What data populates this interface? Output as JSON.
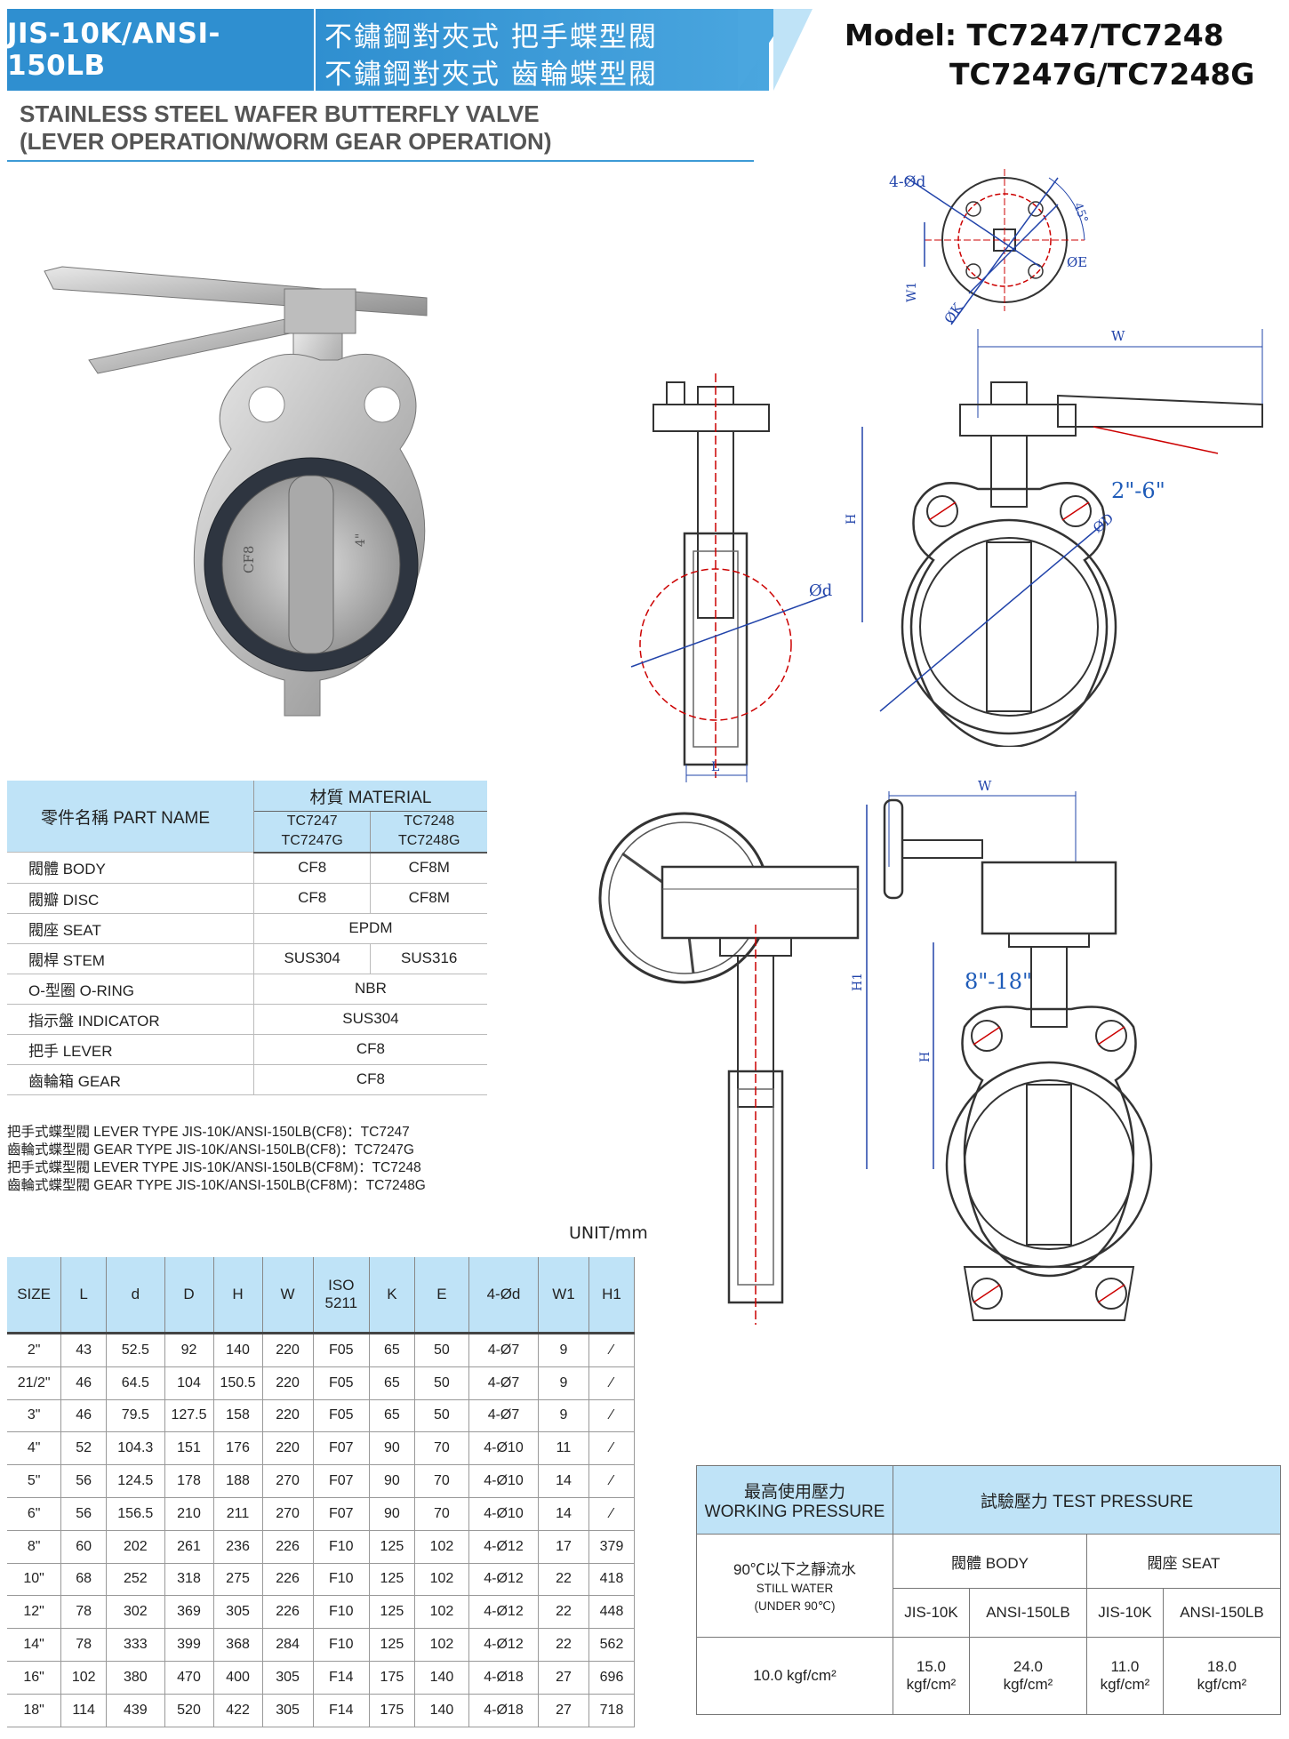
{
  "header": {
    "standard": "JIS-10K/ANSI-150LB",
    "title_cn_line1": "不鏽鋼對夾式 把手蝶型閥",
    "title_cn_line2": "不鏽鋼對夾式 齒輪蝶型閥",
    "model_line1": "Model: TC7247/TC7248",
    "model_line2": "TC7247G/TC7248G",
    "subtitle_line1": "STAINLESS STEEL WAFER BUTTERFLY VALVE",
    "subtitle_line2": "(LEVER OPERATION/WORM GEAR OPERATION)"
  },
  "drawings": {
    "flange_labels": {
      "bolt": "4-Ød",
      "angle": "45°",
      "e": "ØE",
      "k": "ØK",
      "w1": "W1"
    },
    "side_labels": {
      "d": "Ød",
      "l": "L"
    },
    "lever_labels": {
      "w": "W",
      "h": "H",
      "d": "ØD",
      "size_range": "2\"-6\""
    },
    "gear_labels": {
      "w": "W",
      "h1": "H1",
      "h": "H",
      "size_range": "8\"-18\""
    }
  },
  "photo": {
    "disc_mark_left": "CF8",
    "disc_mark_right": "4\""
  },
  "material_table": {
    "header_part": "零件名稱 PART NAME",
    "header_material": "材質 MATERIAL",
    "col1": [
      "TC7247",
      "TC7247G"
    ],
    "col2": [
      "TC7248",
      "TC7248G"
    ],
    "rows": [
      {
        "part": "閥體 BODY",
        "v1": "CF8",
        "v2": "CF8M",
        "span": false
      },
      {
        "part": "閥瓣 DISC",
        "v1": "CF8",
        "v2": "CF8M",
        "span": false
      },
      {
        "part": "閥座 SEAT",
        "v1": "EPDM",
        "v2": "",
        "span": true
      },
      {
        "part": "閥桿 STEM",
        "v1": "SUS304",
        "v2": "SUS316",
        "span": false
      },
      {
        "part": "O-型圈 O-RING",
        "v1": "NBR",
        "v2": "",
        "span": true
      },
      {
        "part": "指示盤 INDICATOR",
        "v1": "SUS304",
        "v2": "",
        "span": true
      },
      {
        "part": "把手 LEVER",
        "v1": "CF8",
        "v2": "",
        "span": true
      },
      {
        "part": "齒輪箱 GEAR",
        "v1": "CF8",
        "v2": "",
        "span": true
      }
    ]
  },
  "notes": [
    "把手式蝶型閥 LEVER TYPE JIS-10K/ANSI-150LB(CF8)：TC7247",
    "齒輪式蝶型閥 GEAR TYPE JIS-10K/ANSI-150LB(CF8)：TC7247G",
    "把手式蝶型閥 LEVER TYPE JIS-10K/ANSI-150LB(CF8M)：TC7248",
    "齒輪式蝶型閥 GEAR TYPE JIS-10K/ANSI-150LB(CF8M)：TC7248G"
  ],
  "unit": "UNIT/mm",
  "size_table": {
    "headers": [
      "SIZE",
      "L",
      "d",
      "D",
      "H",
      "W",
      "ISO 5211",
      "K",
      "E",
      "4-Ød",
      "W1",
      "H1"
    ],
    "rows": [
      [
        "2\"",
        "43",
        "52.5",
        "92",
        "140",
        "220",
        "F05",
        "65",
        "50",
        "4-Ø7",
        "9",
        "⁄"
      ],
      [
        "21/2\"",
        "46",
        "64.5",
        "104",
        "150.5",
        "220",
        "F05",
        "65",
        "50",
        "4-Ø7",
        "9",
        "⁄"
      ],
      [
        "3\"",
        "46",
        "79.5",
        "127.5",
        "158",
        "220",
        "F05",
        "65",
        "50",
        "4-Ø7",
        "9",
        "⁄"
      ],
      [
        "4\"",
        "52",
        "104.3",
        "151",
        "176",
        "220",
        "F07",
        "90",
        "70",
        "4-Ø10",
        "11",
        "⁄"
      ],
      [
        "5\"",
        "56",
        "124.5",
        "178",
        "188",
        "270",
        "F07",
        "90",
        "70",
        "4-Ø10",
        "14",
        "⁄"
      ],
      [
        "6\"",
        "56",
        "156.5",
        "210",
        "211",
        "270",
        "F07",
        "90",
        "70",
        "4-Ø10",
        "14",
        "⁄"
      ],
      [
        "8\"",
        "60",
        "202",
        "261",
        "236",
        "226",
        "F10",
        "125",
        "102",
        "4-Ø12",
        "17",
        "379"
      ],
      [
        "10\"",
        "68",
        "252",
        "318",
        "275",
        "226",
        "F10",
        "125",
        "102",
        "4-Ø12",
        "22",
        "418"
      ],
      [
        "12\"",
        "78",
        "302",
        "369",
        "305",
        "226",
        "F10",
        "125",
        "102",
        "4-Ø12",
        "22",
        "448"
      ],
      [
        "14\"",
        "78",
        "333",
        "399",
        "368",
        "284",
        "F10",
        "125",
        "102",
        "4-Ø12",
        "22",
        "562"
      ],
      [
        "16\"",
        "102",
        "380",
        "470",
        "400",
        "305",
        "F14",
        "175",
        "140",
        "4-Ø18",
        "27",
        "696"
      ],
      [
        "18\"",
        "114",
        "439",
        "520",
        "422",
        "305",
        "F14",
        "175",
        "140",
        "4-Ø18",
        "27",
        "718"
      ]
    ]
  },
  "pressure_table": {
    "working_cn": "最高使用壓力",
    "working_en": "WORKING PRESSURE",
    "test_header": "試驗壓力 TEST PRESSURE",
    "medium_cn": "90℃以下之靜流水",
    "medium_en1": "STILL WATER",
    "medium_en2": "(UNDER 90℃)",
    "body": "閥體 BODY",
    "seat": "閥座 SEAT",
    "std1": "JIS-10K",
    "std2": "ANSI-150LB",
    "working_value": "10.0 kgf/cm²",
    "values": [
      "15.0",
      "24.0",
      "11.0",
      "18.0"
    ],
    "unit": "kgf/cm²"
  }
}
